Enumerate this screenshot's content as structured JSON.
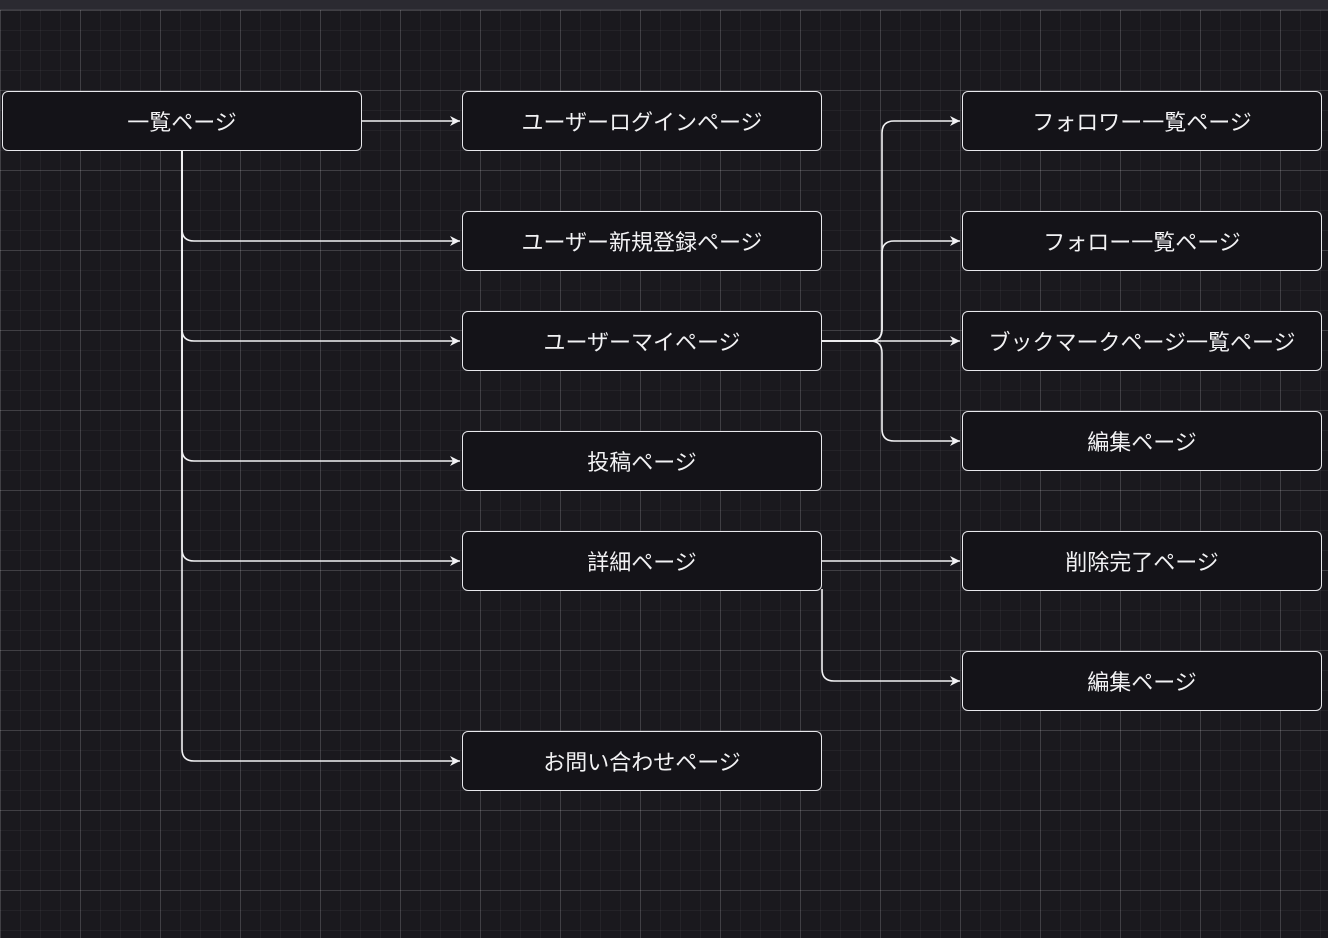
{
  "colors": {
    "background": "#1a191e",
    "grid": "#3a3940",
    "node_border": "#e8e8ec",
    "node_fill": "#141318",
    "node_text": "#f2f2f4",
    "edge": "#f2f2f4"
  },
  "nodes": {
    "list": "一覧ページ",
    "login": "ユーザーログインページ",
    "signup": "ユーザー新規登録ページ",
    "mypage": "ユーザーマイページ",
    "post": "投稿ページ",
    "detail": "詳細ページ",
    "contact": "お問い合わせページ",
    "followers": "フォロワー一覧ページ",
    "following": "フォロー一覧ページ",
    "bookmarks": "ブックマークページ一覧ページ",
    "mypage_edit": "編集ページ",
    "delete_done": "削除完了ページ",
    "detail_edit": "編集ページ"
  },
  "edges": [
    {
      "from": "list",
      "to": "login"
    },
    {
      "from": "list",
      "to": "signup"
    },
    {
      "from": "list",
      "to": "mypage"
    },
    {
      "from": "list",
      "to": "post"
    },
    {
      "from": "list",
      "to": "detail"
    },
    {
      "from": "list",
      "to": "contact"
    },
    {
      "from": "mypage",
      "to": "followers"
    },
    {
      "from": "mypage",
      "to": "following"
    },
    {
      "from": "mypage",
      "to": "bookmarks"
    },
    {
      "from": "mypage",
      "to": "mypage_edit"
    },
    {
      "from": "detail",
      "to": "delete_done"
    },
    {
      "from": "detail",
      "to": "detail_edit"
    }
  ]
}
